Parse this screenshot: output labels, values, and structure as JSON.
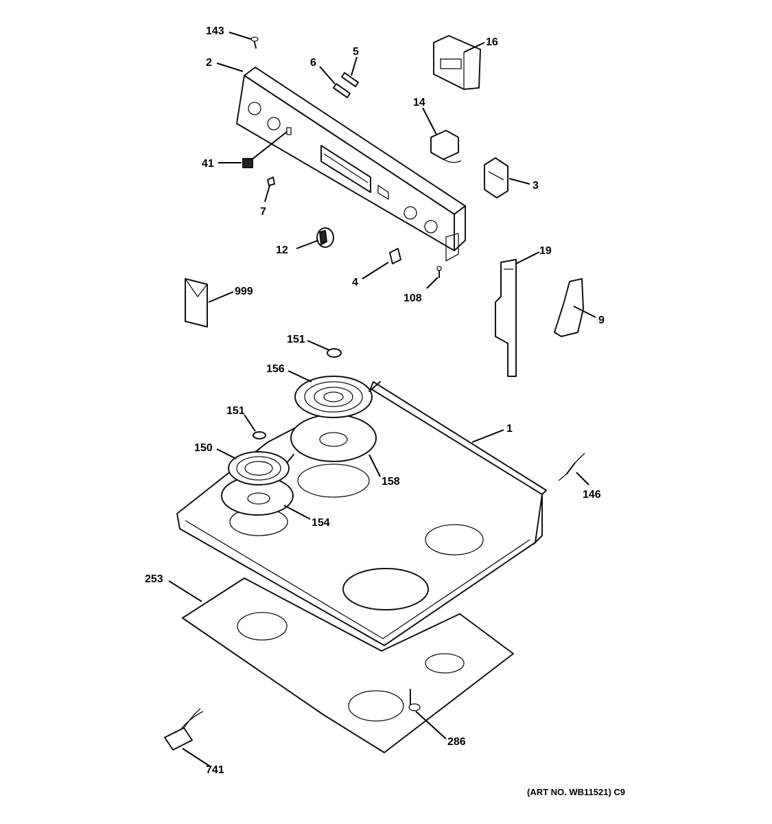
{
  "art_number": "(ART NO. WB11521) C9",
  "callouts": [
    {
      "id": "143",
      "label": "143"
    },
    {
      "id": "2",
      "label": "2"
    },
    {
      "id": "6",
      "label": "6"
    },
    {
      "id": "5",
      "label": "5"
    },
    {
      "id": "16",
      "label": "16"
    },
    {
      "id": "14",
      "label": "14"
    },
    {
      "id": "41",
      "label": "41"
    },
    {
      "id": "3",
      "label": "3"
    },
    {
      "id": "7",
      "label": "7"
    },
    {
      "id": "12",
      "label": "12"
    },
    {
      "id": "19",
      "label": "19"
    },
    {
      "id": "4",
      "label": "4"
    },
    {
      "id": "108",
      "label": "108"
    },
    {
      "id": "999",
      "label": "999"
    },
    {
      "id": "9",
      "label": "9"
    },
    {
      "id": "151a",
      "label": "151"
    },
    {
      "id": "156",
      "label": "156"
    },
    {
      "id": "151b",
      "label": "151"
    },
    {
      "id": "1",
      "label": "1"
    },
    {
      "id": "150",
      "label": "150"
    },
    {
      "id": "158",
      "label": "158"
    },
    {
      "id": "146",
      "label": "146"
    },
    {
      "id": "154",
      "label": "154"
    },
    {
      "id": "253",
      "label": "253"
    },
    {
      "id": "286",
      "label": "286"
    },
    {
      "id": "741",
      "label": "741"
    }
  ]
}
